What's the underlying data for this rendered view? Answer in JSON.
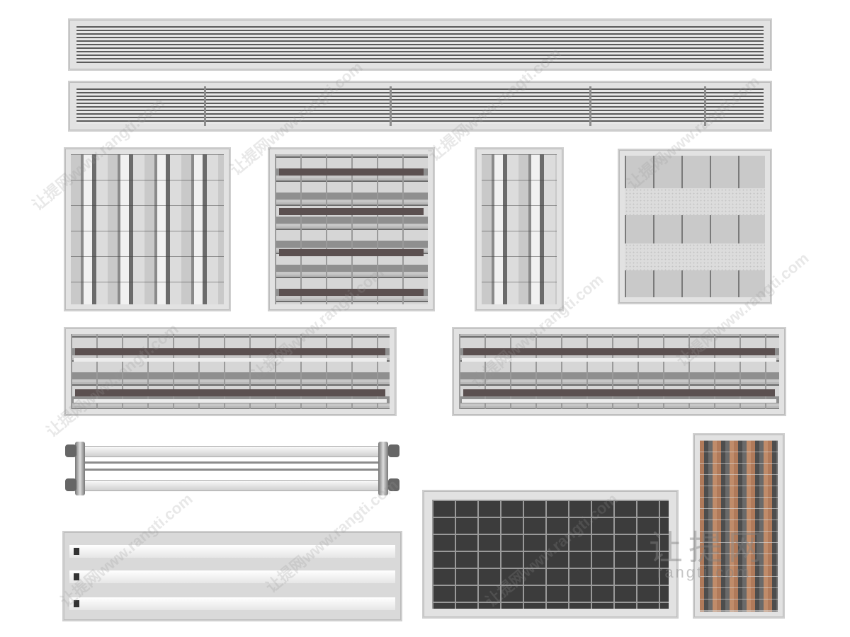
{
  "watermark": {
    "text": "让提网www.rangti.com",
    "logo_text": "让提网",
    "logo_domain": "rangti.com"
  },
  "objects": [
    {
      "id": "linear-slot-diffuser-long",
      "kind": "linear slot diffuser"
    },
    {
      "id": "linear-slot-diffuser-segmented",
      "kind": "linear slot diffuser"
    },
    {
      "id": "grille-light-vertical-tubes",
      "kind": "grille light fixture"
    },
    {
      "id": "grille-light-louver-square",
      "kind": "grille light fixture"
    },
    {
      "id": "grille-light-narrow",
      "kind": "grille light fixture"
    },
    {
      "id": "grille-light-panel-bands",
      "kind": "grille light fixture"
    },
    {
      "id": "grille-light-long-left",
      "kind": "grille light fixture"
    },
    {
      "id": "grille-light-long-right",
      "kind": "grille light fixture"
    },
    {
      "id": "tube-bracket-fixture",
      "kind": "tube light fixture"
    },
    {
      "id": "batten-light-three-tube",
      "kind": "batten light fixture"
    },
    {
      "id": "grille-light-dark",
      "kind": "grille light fixture"
    },
    {
      "id": "grille-light-copper",
      "kind": "grille light fixture"
    }
  ]
}
